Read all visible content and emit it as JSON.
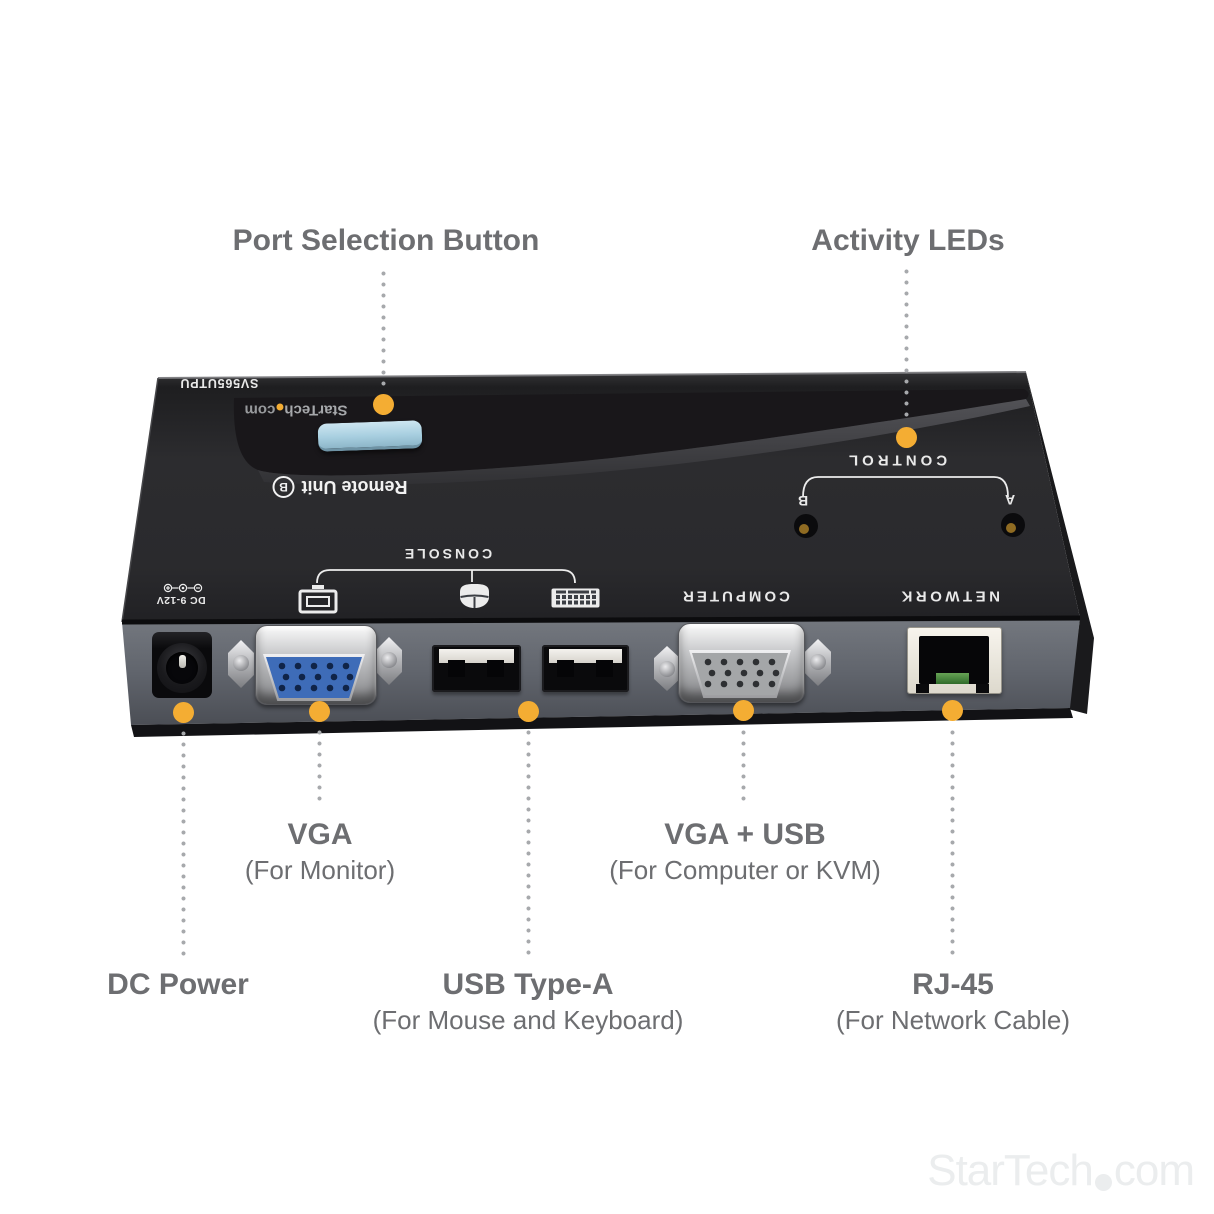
{
  "callouts": {
    "port_selection_button": {
      "label": "Port Selection Button"
    },
    "activity_leds": {
      "label": "Activity LEDs"
    },
    "vga_monitor": {
      "title": "VGA",
      "subtitle": "(For Monitor)"
    },
    "vga_usb": {
      "title": "VGA + USB",
      "subtitle": "(For Computer or KVM)"
    },
    "dc_power": {
      "title": "DC Power"
    },
    "usb_type_a": {
      "title": "USB Type-A",
      "subtitle": "(For Mouse and Keyboard)"
    },
    "rj45": {
      "title": "RJ-45",
      "subtitle": "(For Network Cable)"
    }
  },
  "device": {
    "model_number": "SV565UTPU",
    "logo": {
      "brand": "StarTech",
      "tld": "com"
    },
    "unit_label": "Remote Unit",
    "unit_id": "B",
    "control_label": "CONTROL",
    "port_b_label": "B",
    "port_a_label": "A",
    "panel": {
      "dc_rating": "DC 9-12V",
      "console": "CONSOLE",
      "computer": "COMPUTER",
      "network": "NETWORK"
    },
    "icons": [
      "dc-polarity-icon",
      "monitor-icon",
      "mouse-icon",
      "keyboard-icon"
    ]
  },
  "watermark": {
    "brand": "StarTech",
    "tld": "com"
  },
  "colors": {
    "label_gray": "#6d6e71",
    "marker_yellow": "#f4ad33",
    "leader_dot_gray": "#a7a9ac",
    "vga_blue": "#3e6cb8",
    "button_blue": "#a8cfe0",
    "device_body": "#2b2b2e",
    "front_panel": "#62666e"
  }
}
